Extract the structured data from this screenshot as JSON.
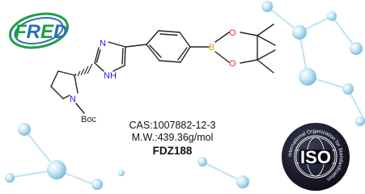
{
  "logo": {
    "text": "FRED",
    "colors": {
      "F": "#1e9e45",
      "R": "#2b6fb8",
      "E": "#1e9e45",
      "D": "#2b6fb8"
    }
  },
  "structure": {
    "atoms": {
      "n_imidazole_top": "N",
      "nh_imidazole": "N",
      "h_imidazole": "H",
      "n_pyrrolidine": "N",
      "boc": "Boc",
      "boron": "B",
      "o_upper": "O",
      "o_lower": "O"
    },
    "colors": {
      "nitrogen": "#1a1aff",
      "boron": "#d4a017",
      "oxygen": "#ff2020",
      "bond": "#222222"
    }
  },
  "info": {
    "cas": "CAS:1007882-12-3",
    "mw": "M.W.:439.36g/mol",
    "code": "FDZ188"
  },
  "iso_badge": {
    "center_text": "ISO",
    "ring_text": "International Organization for Standardization",
    "colors": {
      "ring": "#1a1a2e",
      "accent": "#ffffff"
    }
  },
  "background": {
    "molecule_color": "#7fc8e8",
    "ball_color": "#a8dcf0"
  }
}
